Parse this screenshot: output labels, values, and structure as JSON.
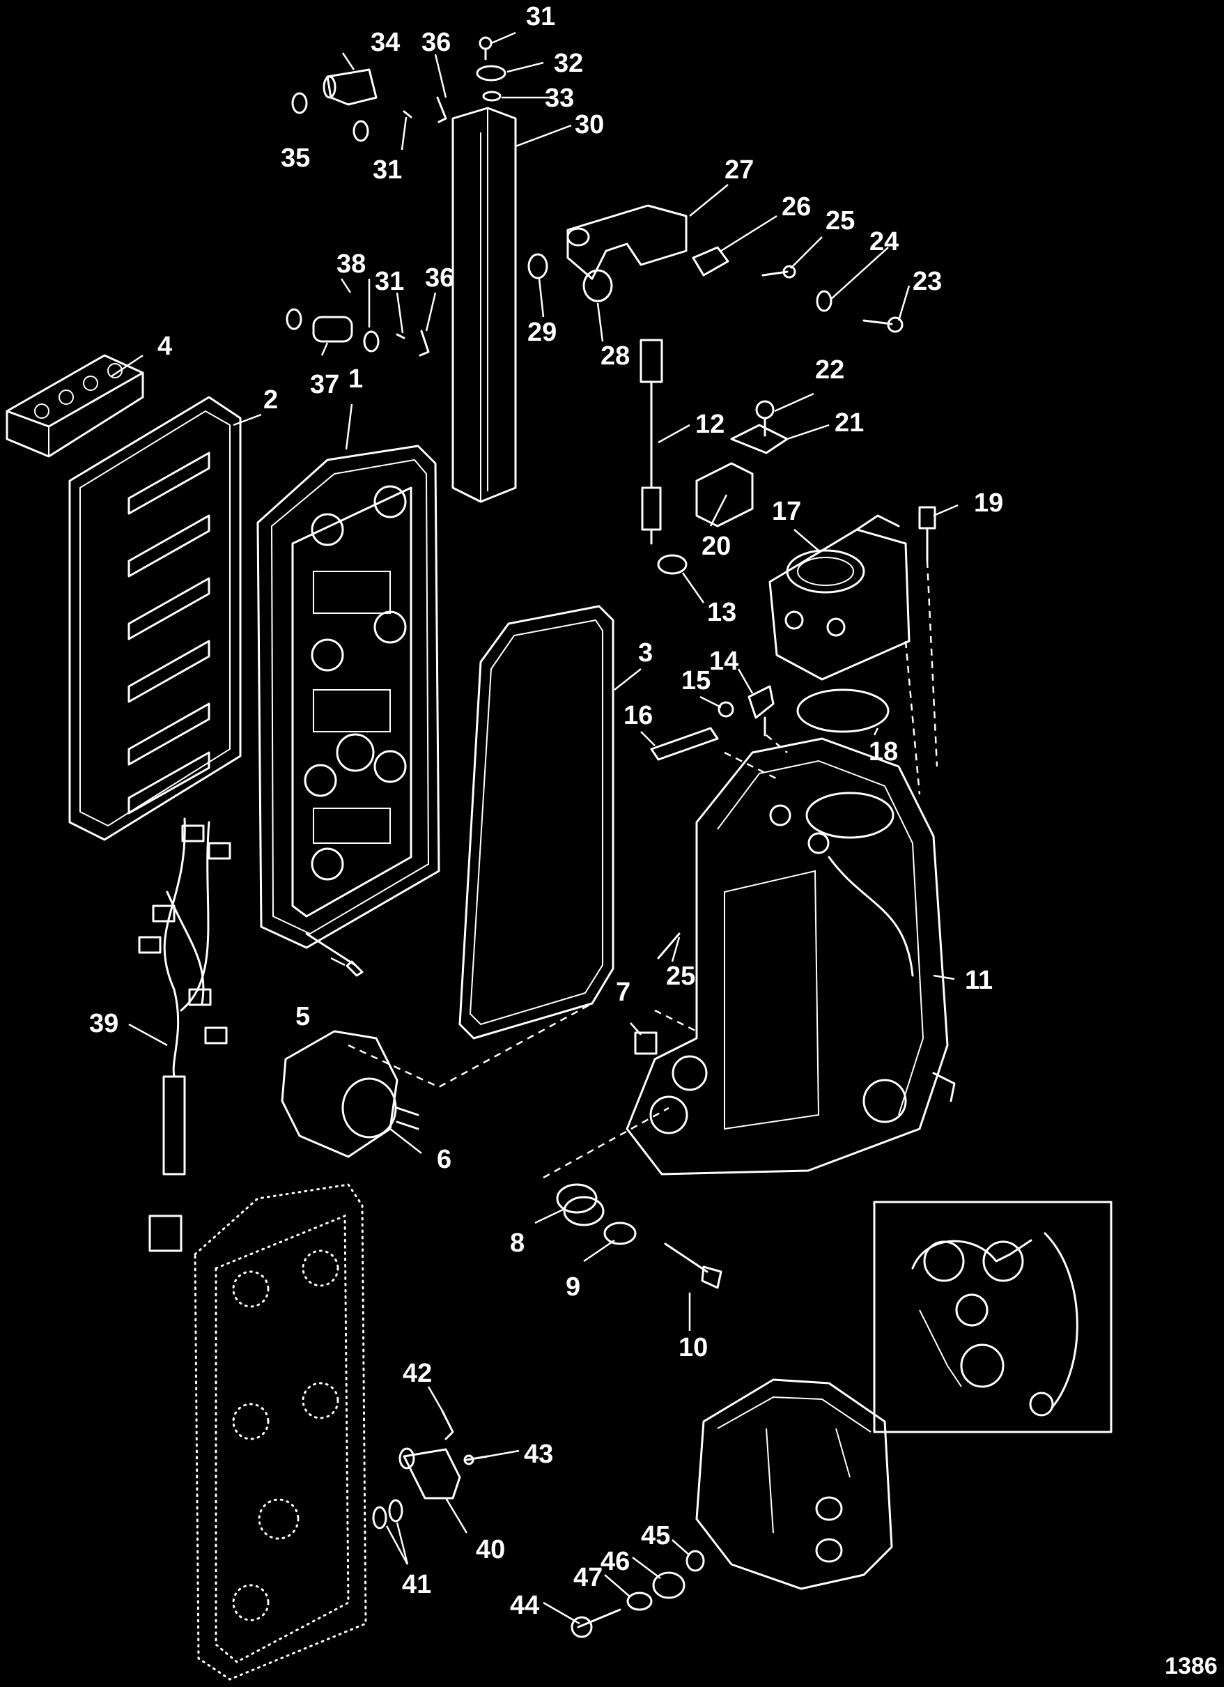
{
  "diagram": {
    "reference_number": "1386",
    "callouts": [
      {
        "id": "1",
        "label": "1"
      },
      {
        "id": "2",
        "label": "2"
      },
      {
        "id": "3",
        "label": "3"
      },
      {
        "id": "4",
        "label": "4"
      },
      {
        "id": "5",
        "label": "5"
      },
      {
        "id": "6",
        "label": "6"
      },
      {
        "id": "7",
        "label": "7"
      },
      {
        "id": "8",
        "label": "8"
      },
      {
        "id": "9",
        "label": "9"
      },
      {
        "id": "10",
        "label": "10"
      },
      {
        "id": "11",
        "label": "11"
      },
      {
        "id": "12",
        "label": "12"
      },
      {
        "id": "13",
        "label": "13"
      },
      {
        "id": "14",
        "label": "14"
      },
      {
        "id": "15",
        "label": "15"
      },
      {
        "id": "16",
        "label": "16"
      },
      {
        "id": "17",
        "label": "17"
      },
      {
        "id": "18",
        "label": "18"
      },
      {
        "id": "19",
        "label": "19"
      },
      {
        "id": "20",
        "label": "20"
      },
      {
        "id": "21",
        "label": "21"
      },
      {
        "id": "22",
        "label": "22"
      },
      {
        "id": "23",
        "label": "23"
      },
      {
        "id": "24",
        "label": "24"
      },
      {
        "id": "25a",
        "label": "25"
      },
      {
        "id": "25b",
        "label": "25"
      },
      {
        "id": "26",
        "label": "26"
      },
      {
        "id": "27",
        "label": "27"
      },
      {
        "id": "28",
        "label": "28"
      },
      {
        "id": "29",
        "label": "29"
      },
      {
        "id": "30",
        "label": "30"
      },
      {
        "id": "31a",
        "label": "31"
      },
      {
        "id": "31b",
        "label": "31"
      },
      {
        "id": "31c",
        "label": "31"
      },
      {
        "id": "32",
        "label": "32"
      },
      {
        "id": "33",
        "label": "33"
      },
      {
        "id": "34",
        "label": "34"
      },
      {
        "id": "35",
        "label": "35"
      },
      {
        "id": "36a",
        "label": "36"
      },
      {
        "id": "36b",
        "label": "36"
      },
      {
        "id": "37",
        "label": "37"
      },
      {
        "id": "38",
        "label": "38"
      },
      {
        "id": "39",
        "label": "39"
      },
      {
        "id": "40",
        "label": "40"
      },
      {
        "id": "41",
        "label": "41"
      },
      {
        "id": "42",
        "label": "42"
      },
      {
        "id": "43",
        "label": "43"
      },
      {
        "id": "44",
        "label": "44"
      },
      {
        "id": "45",
        "label": "45"
      },
      {
        "id": "46",
        "label": "46"
      },
      {
        "id": "47",
        "label": "47"
      }
    ]
  }
}
